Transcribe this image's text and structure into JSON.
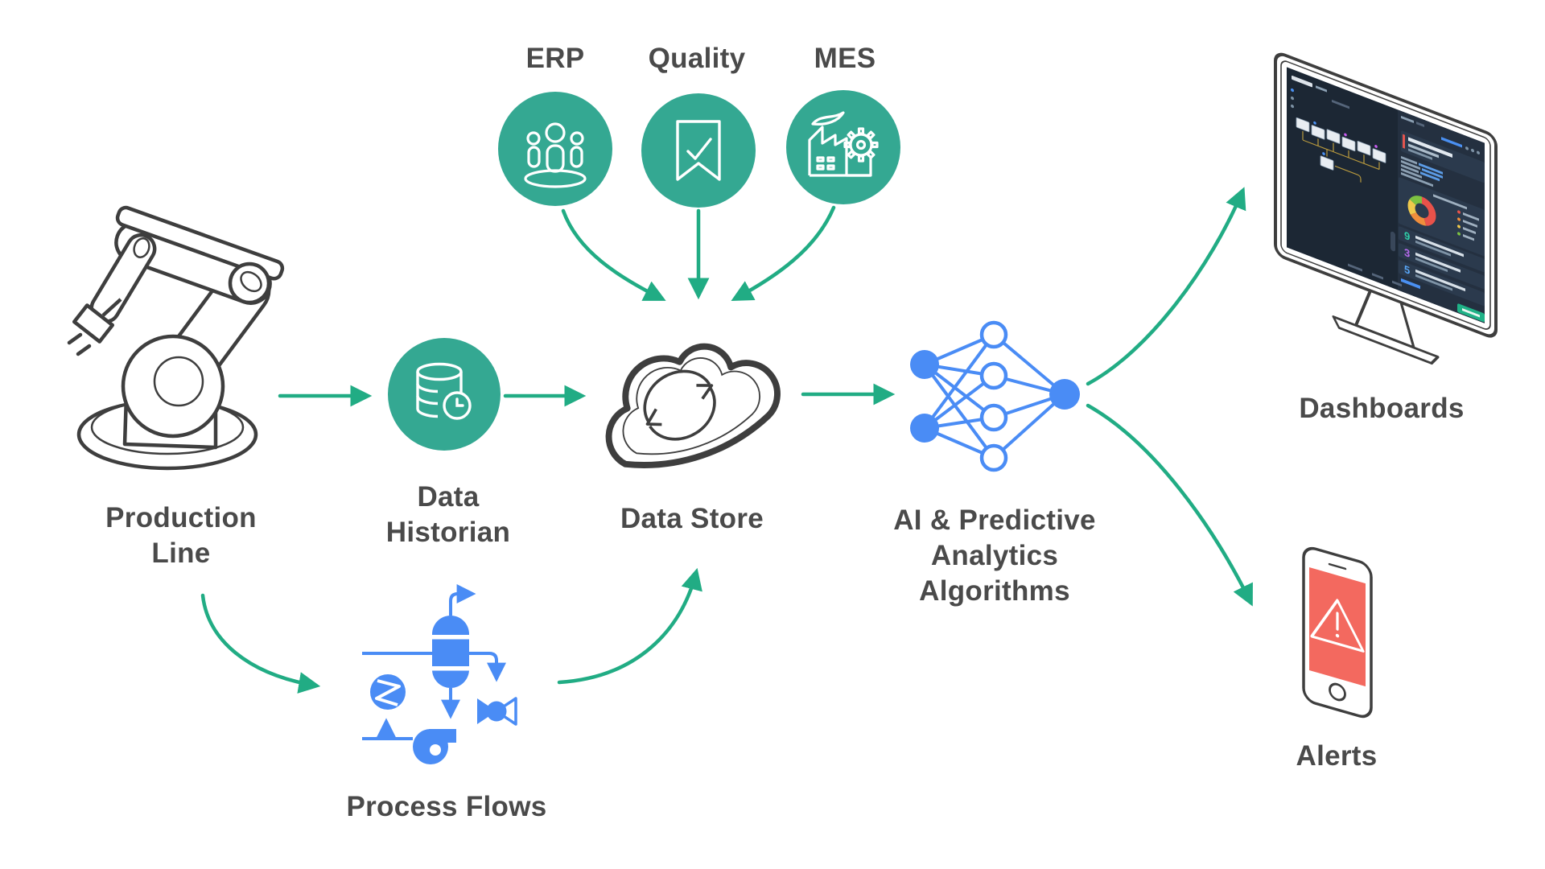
{
  "colors": {
    "node_green": "#34A892",
    "arrow_green": "#21AC84",
    "blue": "#4A8CF5",
    "outline_dark": "#3E3E3E",
    "label_text": "#4A4A4A",
    "alert_red": "#F3695F",
    "screen_bg": "#1C2734"
  },
  "sources": [
    {
      "label": "ERP",
      "icon": "people-group-icon"
    },
    {
      "label": "Quality",
      "icon": "bookmark-check-icon"
    },
    {
      "label": "MES",
      "icon": "factory-gear-icon"
    }
  ],
  "nodes": {
    "production_line": {
      "label": "Production Line",
      "icon": "robot-arm-icon"
    },
    "data_historian": {
      "label": "Data Historian",
      "icon": "database-clock-icon"
    },
    "data_store": {
      "label": "Data Store",
      "icon": "cloud-sync-icon"
    },
    "ai_analytics": {
      "label": "AI & Predictive Analytics Algorithms",
      "icon": "neural-network-icon"
    },
    "process_flows": {
      "label": "Process Flows",
      "icon": "process-pid-icon"
    },
    "dashboards": {
      "label": "Dashboards",
      "icon": "monitor-dashboard-icon"
    },
    "alerts": {
      "label": "Alerts",
      "icon": "phone-alert-icon"
    }
  },
  "edges": [
    {
      "from": "Production Line",
      "to": "Data Historian"
    },
    {
      "from": "Data Historian",
      "to": "Data Store"
    },
    {
      "from": "ERP",
      "to": "Data Store"
    },
    {
      "from": "Quality",
      "to": "Data Store"
    },
    {
      "from": "MES",
      "to": "Data Store"
    },
    {
      "from": "Data Store",
      "to": "AI & Predictive Analytics Algorithms"
    },
    {
      "from": "Production Line",
      "to": "Process Flows"
    },
    {
      "from": "Process Flows",
      "to": "Data Store"
    },
    {
      "from": "AI & Predictive Analytics Algorithms",
      "to": "Dashboards"
    },
    {
      "from": "AI & Predictive Analytics Algorithms",
      "to": "Alerts"
    }
  ],
  "monitor_screen": {
    "rows": [
      {
        "number": "9",
        "color": "#2ECFA8"
      },
      {
        "number": "3",
        "color": "#BB6BF2"
      },
      {
        "number": "5",
        "color": "#58A6F7"
      }
    ],
    "donut": {
      "segments": [
        {
          "color": "#E8524A"
        },
        {
          "color": "#EF8E3C"
        },
        {
          "color": "#EFC94C"
        },
        {
          "color": "#7DC242"
        }
      ]
    }
  }
}
